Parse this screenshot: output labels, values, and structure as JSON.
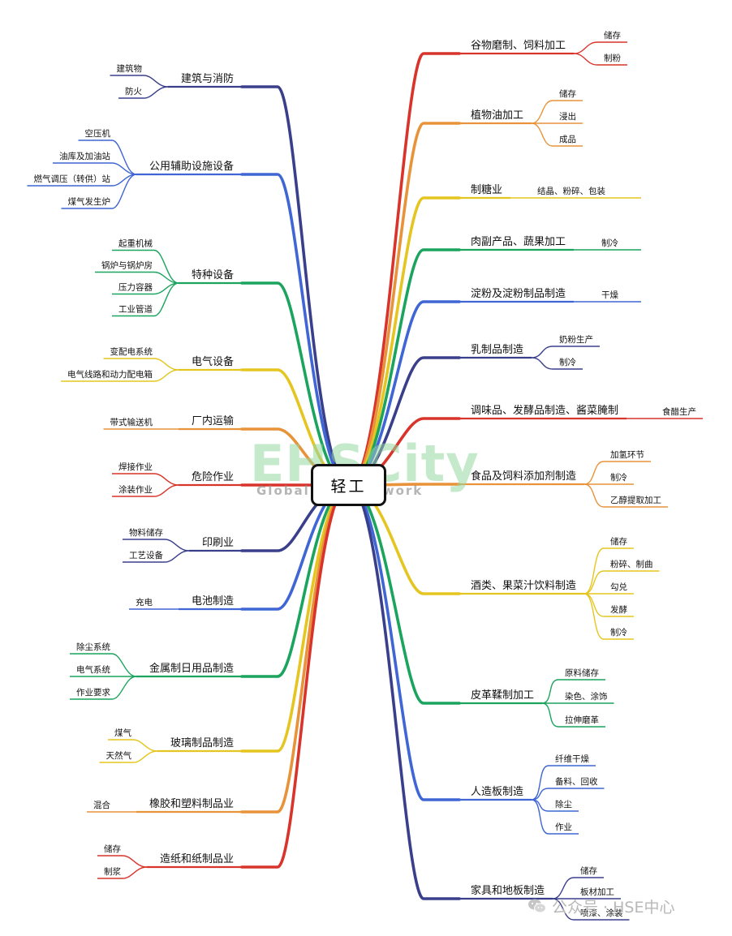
{
  "root": "轻工",
  "watermark": {
    "logo": "EHSCity",
    "tagline": "Global EHS Network"
  },
  "footer": {
    "text": "公众号 · HSE中心"
  },
  "colors": {
    "red": "#d9342b",
    "orange": "#e8933a",
    "yellow": "#e5c51f",
    "green": "#1aa45e",
    "blue": "#3f66d4",
    "navy": "#3a3f8c"
  },
  "right": [
    {
      "label": "谷物磨制、饲料加工",
      "color": "red",
      "children": [
        "储存",
        "制粉"
      ]
    },
    {
      "label": "植物油加工",
      "color": "orange",
      "children": [
        "储存",
        "浸出",
        "成品"
      ]
    },
    {
      "label": "制糖业",
      "color": "yellow",
      "children": [
        "结晶、粉碎、包装"
      ]
    },
    {
      "label": "肉副产品、蔬果加工",
      "color": "green",
      "children": [
        "制冷"
      ]
    },
    {
      "label": "淀粉及淀粉制品制造",
      "color": "blue",
      "children": [
        "干燥"
      ]
    },
    {
      "label": "乳制品制造",
      "color": "navy",
      "children": [
        "奶粉生产",
        "制冷"
      ]
    },
    {
      "label": "调味品、发酵品制造、酱菜腌制",
      "color": "red",
      "children": [
        "食醋生产"
      ]
    },
    {
      "label": "食品及饲料添加剂制造",
      "color": "orange",
      "children": [
        "加氢环节",
        "制冷",
        "乙醇提取加工"
      ]
    },
    {
      "label": "酒类、果菜汁饮料制造",
      "color": "yellow",
      "children": [
        "储存",
        "粉碎、制曲",
        "勾兑",
        "发酵",
        "制冷"
      ]
    },
    {
      "label": "皮革鞣制加工",
      "color": "green",
      "children": [
        "原料储存",
        "染色、涂饰",
        "拉伸磨革"
      ]
    },
    {
      "label": "人造板制造",
      "color": "blue",
      "children": [
        "纤维干燥",
        "备料、回收",
        "除尘",
        "作业"
      ]
    },
    {
      "label": "家具和地板制造",
      "color": "navy",
      "children": [
        "储存",
        "板材加工",
        "喷漆、涂装"
      ]
    }
  ],
  "left": [
    {
      "label": "建筑与消防",
      "color": "navy",
      "children": [
        "建筑物",
        "防火"
      ]
    },
    {
      "label": "公用辅助设施设备",
      "color": "blue",
      "children": [
        "空压机",
        "油库及加油站",
        "燃气调压（转供）站",
        "煤气发生炉"
      ]
    },
    {
      "label": "特种设备",
      "color": "green",
      "children": [
        "起重机械",
        "锅炉与锅炉房",
        "压力容器",
        "工业管道"
      ]
    },
    {
      "label": "电气设备",
      "color": "yellow",
      "children": [
        "变配电系统",
        "电气线路和动力配电箱"
      ]
    },
    {
      "label": "厂内运输",
      "color": "orange",
      "children": [
        "带式输送机"
      ]
    },
    {
      "label": "危险作业",
      "color": "red",
      "children": [
        "焊接作业",
        "涂装作业"
      ]
    },
    {
      "label": "印刷业",
      "color": "navy",
      "children": [
        "物料储存",
        "工艺设备"
      ]
    },
    {
      "label": "电池制造",
      "color": "blue",
      "children": [
        "充电"
      ]
    },
    {
      "label": "金属制日用品制造",
      "color": "green",
      "children": [
        "除尘系统",
        "电气系统",
        "作业要求"
      ]
    },
    {
      "label": "玻璃制品制造",
      "color": "yellow",
      "children": [
        "煤气",
        "天然气"
      ]
    },
    {
      "label": "橡胶和塑料制品业",
      "color": "orange",
      "children": [
        "混合"
      ]
    },
    {
      "label": "造纸和纸制品业",
      "color": "red",
      "children": [
        "储存",
        "制浆"
      ]
    }
  ]
}
